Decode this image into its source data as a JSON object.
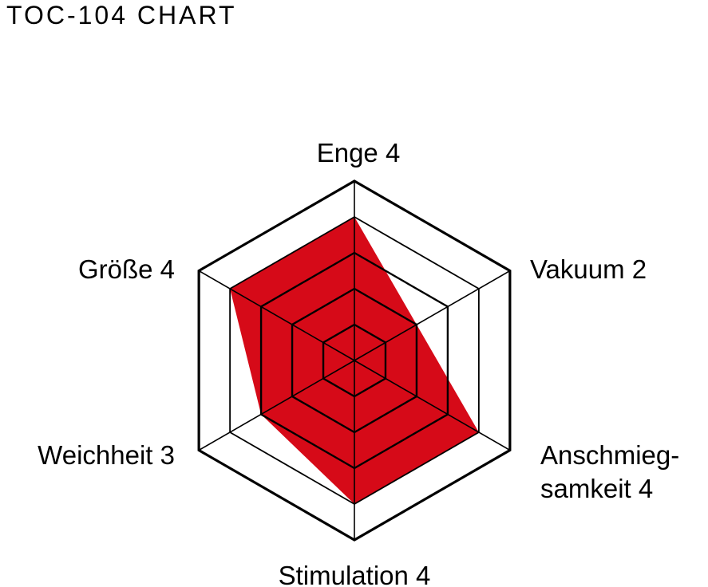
{
  "title": "TOC-104 CHART",
  "colors": {
    "fill": "#d60a18",
    "grid": "#000000",
    "background": "#ffffff"
  },
  "labels": {
    "enge": "Enge 4",
    "vakuum": "Vakuum 2",
    "anschmieg_1": "Anschmieg-",
    "anschmieg_2": "samkeit 4",
    "stimulation": "Stimulation 4",
    "weichheit": "Weichheit 3",
    "groesse": "Größe 4"
  },
  "chart_data": {
    "type": "radar",
    "title": "TOC-104 CHART",
    "categories": [
      "Enge",
      "Vakuum",
      "Anschmiegsamkeit",
      "Stimulation",
      "Weichheit",
      "Größe"
    ],
    "values": [
      4,
      2,
      4,
      4,
      3,
      4
    ],
    "scale": [
      0,
      5
    ],
    "rings": 5,
    "fill_color": "#d60a18"
  }
}
